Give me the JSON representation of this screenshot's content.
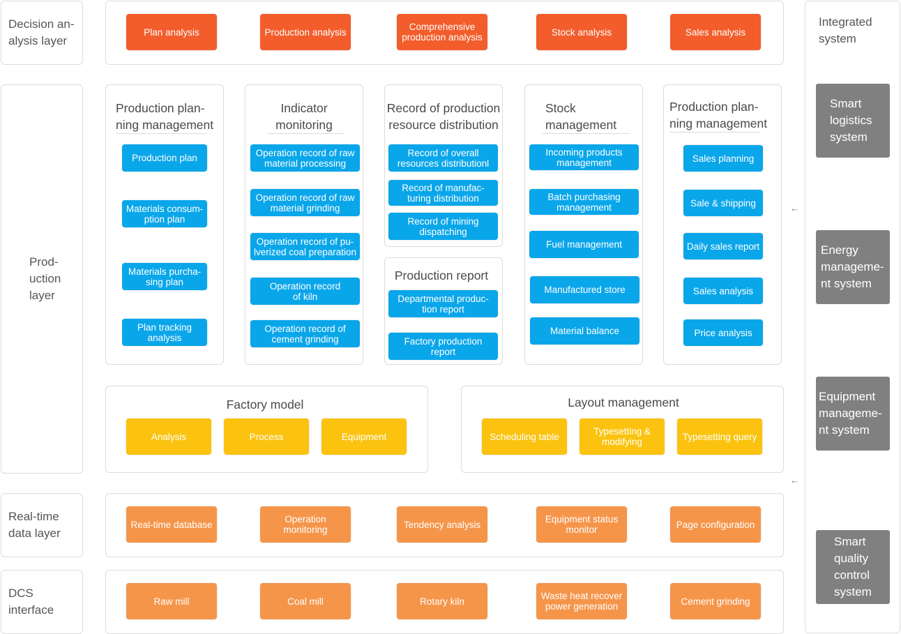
{
  "layers": {
    "decision": "Decision an-\nalysis  layer",
    "production": "Prod-\nuction\nlayer",
    "realtime": "Real-time\ndata layer",
    "dcs": "DCS\ninterface"
  },
  "decision_modules": [
    "Plan analysis",
    "Production analysis",
    "Comprehensive\nproduction analysis",
    "Stock analysis",
    "Sales analysis"
  ],
  "groups": {
    "planning": {
      "title": "Production plan-\nning management",
      "items": [
        "Production plan",
        "Materials consum-\nption plan",
        "Materials purcha-\nsing plan",
        "Plan tracking\nanalysis"
      ]
    },
    "indicator": {
      "title": "Indicator\nmonitoring",
      "items": [
        "Operation record of raw\nmaterial processing",
        "Operation record of raw\nmaterial grinding",
        "Operation record of pu-\nlverized coal preparation",
        "Operation record\nof kiln",
        "Operation record of\ncement grinding"
      ]
    },
    "resource": {
      "title": "Record of production\nresource distribution",
      "items": [
        "Record of overall\nresources distributionl",
        "Record of manufac-\nturing distribution",
        "Record of mining\ndispatching"
      ]
    },
    "report": {
      "title": "Production report",
      "items": [
        "Departmental produc-\ntion report",
        "Factory production\nreport"
      ]
    },
    "stock": {
      "title": "Stock\nmanagement",
      "items": [
        "Incoming products\nmanagement",
        "Batch purchasing\nmanagement",
        "Fuel management",
        "Manufactured store",
        "Material balance"
      ]
    },
    "sales": {
      "title": "Production plan-\nning management",
      "items": [
        "Sales planning",
        "Sale & shipping",
        "Daily sales report",
        "Sales analysis",
        "Price analysis"
      ]
    },
    "factory": {
      "title": "Factory model",
      "items": [
        "Analysis",
        "Process",
        "Equipment"
      ]
    },
    "layout": {
      "title": "Layout management",
      "items": [
        "Scheduling table",
        "Typesetting &\nmodifying",
        "Typesetting query"
      ]
    }
  },
  "realtime_modules": [
    "Real-time database",
    "Operation monitoring",
    "Tendency analysis",
    "Equipment status\nmonitor",
    "Page configuration"
  ],
  "dcs_modules": [
    "Raw mill",
    "Coal mill",
    "Rotary kiln",
    "Waste heat recover\npower generation",
    "Cement grinding"
  ],
  "integrated": {
    "title": "Integrated\nsystem",
    "systems": [
      "Smart\nlogistics\nsystem",
      "Energy\nmanageme-\nnt system",
      "Equipment\nmanageme-\nnt system",
      "Smart\nquality\ncontrol\nsystem"
    ],
    "arrow": "←"
  },
  "colors": {
    "decision": "#f25d2b",
    "production": "#0aa6ea",
    "model": "#fbc30f",
    "data": "#f5954a",
    "system": "#808080"
  }
}
